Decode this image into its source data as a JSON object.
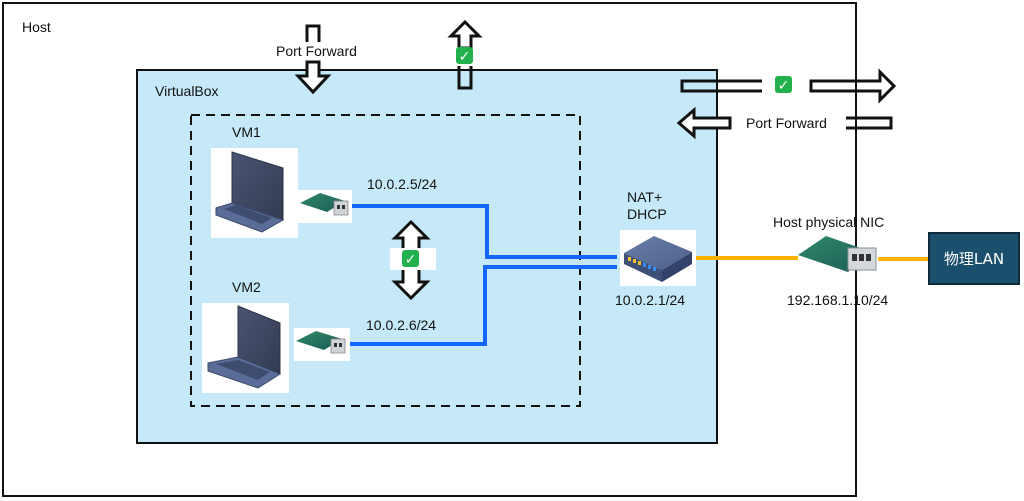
{
  "host": {
    "label": "Host"
  },
  "virtualbox": {
    "label": "VirtualBox",
    "fill": "#c5e9f8"
  },
  "vms": [
    {
      "name": "VM1",
      "ip": "10.0.2.5/24"
    },
    {
      "name": "VM2",
      "ip": "10.0.2.6/24"
    }
  ],
  "nat": {
    "label_line1": "NAT+",
    "label_line2": "DHCP",
    "ip": "10.0.2.1/24"
  },
  "host_nic": {
    "label": "Host physical NIC",
    "ip": "192.168.1.10/24"
  },
  "physical_lan": {
    "label": "物理LAN",
    "fill": "#1b4f6e"
  },
  "arrows": {
    "top_port_forward": "Port Forward",
    "right_port_forward": "Port Forward",
    "allowed_symbol": "✓"
  },
  "colors": {
    "internal_link": "#1565ff",
    "external_link": "#ffb300",
    "check_green": "#22b14c"
  }
}
